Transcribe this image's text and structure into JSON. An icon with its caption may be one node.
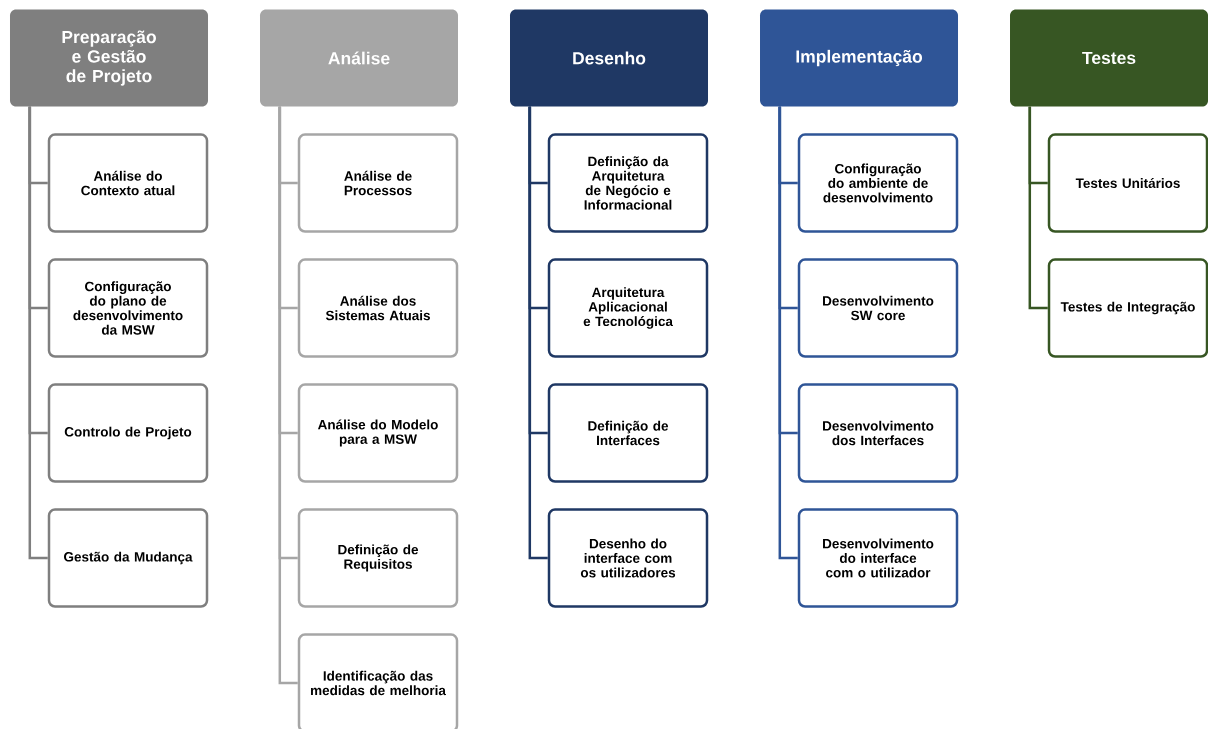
{
  "diagram": {
    "nodes": [
      {
        "text": [
          "Preparação e Gestão de Projeto"
        ]
      },
      {
        "text": [
          "Análise do Contexto atual"
        ]
      },
      {
        "text": [
          "Configuração do plano de desenvolvimento da MSW"
        ]
      },
      {
        "text": [
          "Controlo de Projeto"
        ]
      },
      {
        "text": [
          "Gestão da Mudança"
        ]
      },
      {
        "text": [
          "Análise"
        ]
      },
      {
        "text": [
          "Análise de Processos"
        ]
      },
      {
        "text": [
          "Análise dos Sistemas Atuais"
        ]
      },
      {
        "text": [
          "Análise do Modelo para a MSW"
        ]
      },
      {
        "text": [
          "Definição de Requisitos"
        ]
      },
      {
        "text": [
          "Identificação das medidas de melhoria"
        ]
      },
      {
        "text": [
          "Desenho"
        ]
      },
      {
        "text": [
          "Definição da Arquitetura de Negócio e Informacional"
        ]
      },
      {
        "text": [
          "Arquitetura Aplicacional e Tecnológica"
        ]
      },
      {
        "text": [
          "Definição de Interfaces"
        ]
      },
      {
        "text": [
          "Desenho do interface com os utilizadores"
        ]
      },
      {
        "text": [
          "Implementação"
        ]
      },
      {
        "text": [
          "Configuração do ambiente de desenvolvimento"
        ]
      },
      {
        "text": [
          "Desenvolvimento SW core"
        ]
      },
      {
        "text": [
          "Desenvolvimento dos Interfaces"
        ]
      },
      {
        "text": [
          "Desenvolvimento do interface com o utilizador"
        ]
      },
      {
        "text": [
          "Testes"
        ]
      },
      {
        "text": [
          "Testes Unitários"
        ]
      },
      {
        "text": [
          "Testes de Integração"
        ]
      }
    ],
    "edges": [
      {
        "from": 0,
        "to": 1,
        "arrow": "none",
        "color": "#7f7f7f"
      },
      {
        "from": 0,
        "to": 2,
        "arrow": "none",
        "color": "#7f7f7f"
      },
      {
        "from": 0,
        "to": 3,
        "arrow": "none",
        "color": "#7f7f7f"
      },
      {
        "from": 0,
        "to": 4,
        "arrow": "none",
        "color": "#7f7f7f"
      },
      {
        "from": 5,
        "to": 6,
        "arrow": "none",
        "color": "#a6a6a6"
      },
      {
        "from": 5,
        "to": 7,
        "arrow": "none",
        "color": "#a6a6a6"
      },
      {
        "from": 5,
        "to": 8,
        "arrow": "none",
        "color": "#a6a6a6"
      },
      {
        "from": 5,
        "to": 9,
        "arrow": "none",
        "color": "#a6a6a6"
      },
      {
        "from": 5,
        "to": 10,
        "arrow": "none",
        "color": "#a6a6a6"
      },
      {
        "from": 11,
        "to": 12,
        "arrow": "none",
        "color": "#1f3864"
      },
      {
        "from": 11,
        "to": 13,
        "arrow": "none",
        "color": "#1f3864"
      },
      {
        "from": 11,
        "to": 14,
        "arrow": "none",
        "color": "#1f3864"
      },
      {
        "from": 11,
        "to": 15,
        "arrow": "none",
        "color": "#1f3864"
      },
      {
        "from": 16,
        "to": 17,
        "arrow": "none",
        "color": "#2f5597"
      },
      {
        "from": 16,
        "to": 18,
        "arrow": "none",
        "color": "#2f5597"
      },
      {
        "from": 16,
        "to": 19,
        "arrow": "none",
        "color": "#2f5597"
      },
      {
        "from": 16,
        "to": 20,
        "arrow": "none",
        "color": "#2f5597"
      },
      {
        "from": 21,
        "to": 22,
        "arrow": "none",
        "color": "#375623"
      },
      {
        "from": 21,
        "to": 23,
        "arrow": "none",
        "color": "#375623"
      }
    ]
  }
}
